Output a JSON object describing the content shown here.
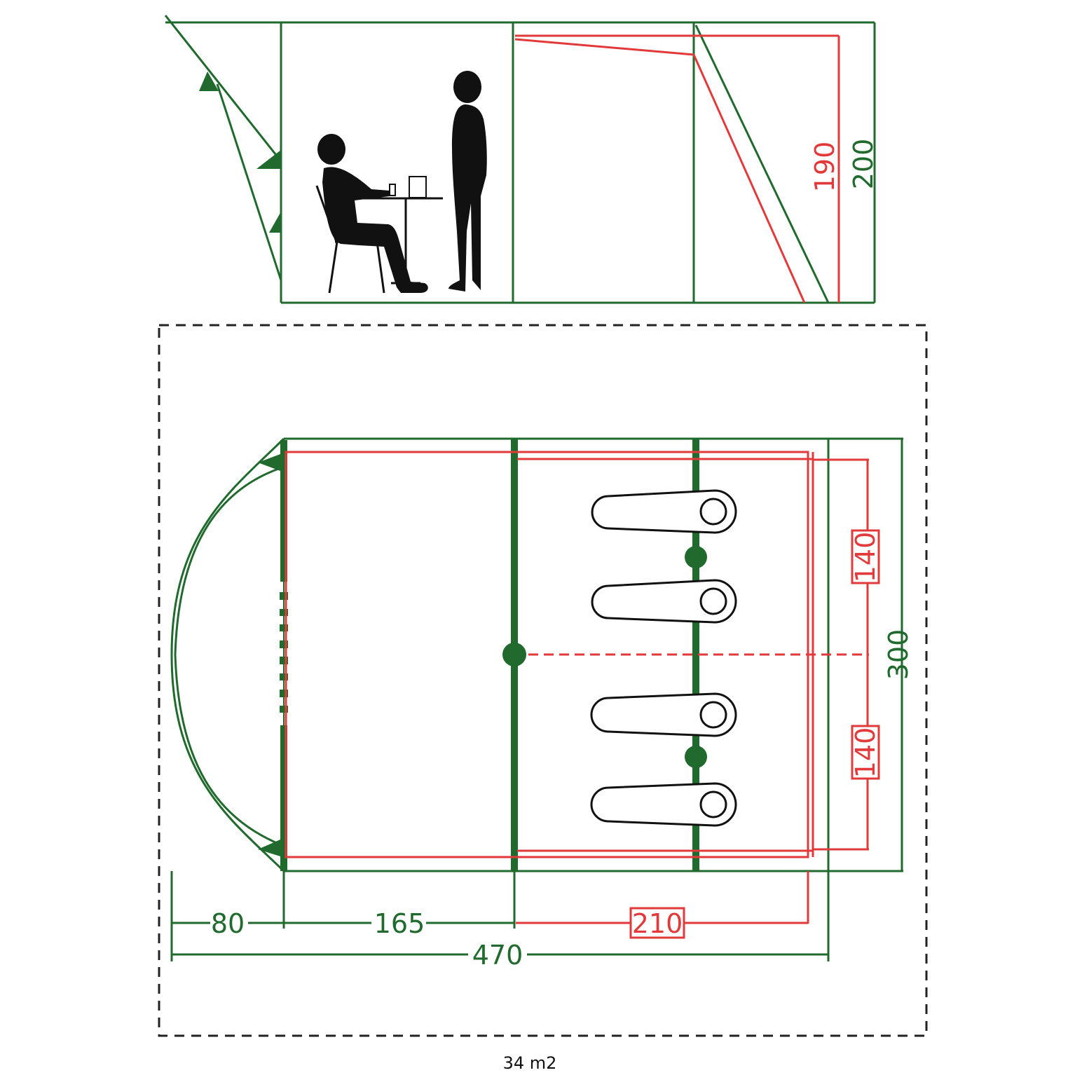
{
  "colors": {
    "green": "#1f6a2c",
    "red": "#e23a3a",
    "black": "#111111",
    "dash": "#222222"
  },
  "side_view": {
    "height_inner_label": "190",
    "height_outer_label": "200"
  },
  "floor_plan": {
    "width_label": "300",
    "bedroom_half_1_label": "140",
    "bedroom_half_2_label": "140",
    "porch_depth_label": "80",
    "living_depth_label": "165",
    "bedroom_depth_label": "210",
    "total_length_label": "470",
    "footprint_area_label": "34 m2"
  },
  "icons": [
    "seated-person-icon",
    "standing-person-icon",
    "table-icon",
    "chair-icon",
    "sleeping-bag-icon"
  ]
}
